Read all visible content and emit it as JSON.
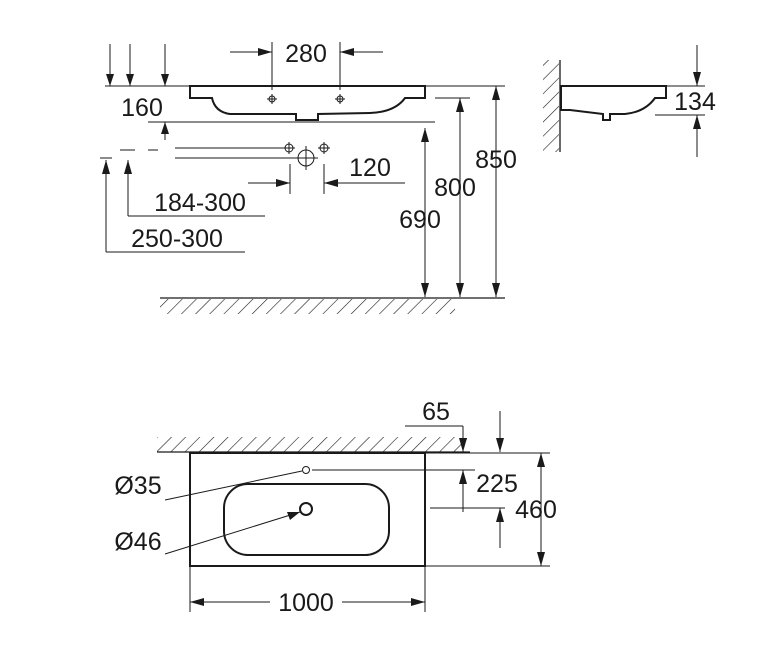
{
  "front_view": {
    "tap_hole_spacing": "280",
    "deck_height": "160",
    "waste_offset": "120",
    "trap_range_1": "184-300",
    "trap_range_2": "250-300",
    "floor_to_waste": "690",
    "floor_to_rim": "800",
    "floor_to_top": "850"
  },
  "side_view": {
    "basin_height": "134"
  },
  "top_view": {
    "wall_offset": "65",
    "tap_hole_diameter": "Ø35",
    "waste_diameter": "Ø46",
    "tap_hole_distance": "225",
    "depth": "460",
    "width": "1000"
  }
}
